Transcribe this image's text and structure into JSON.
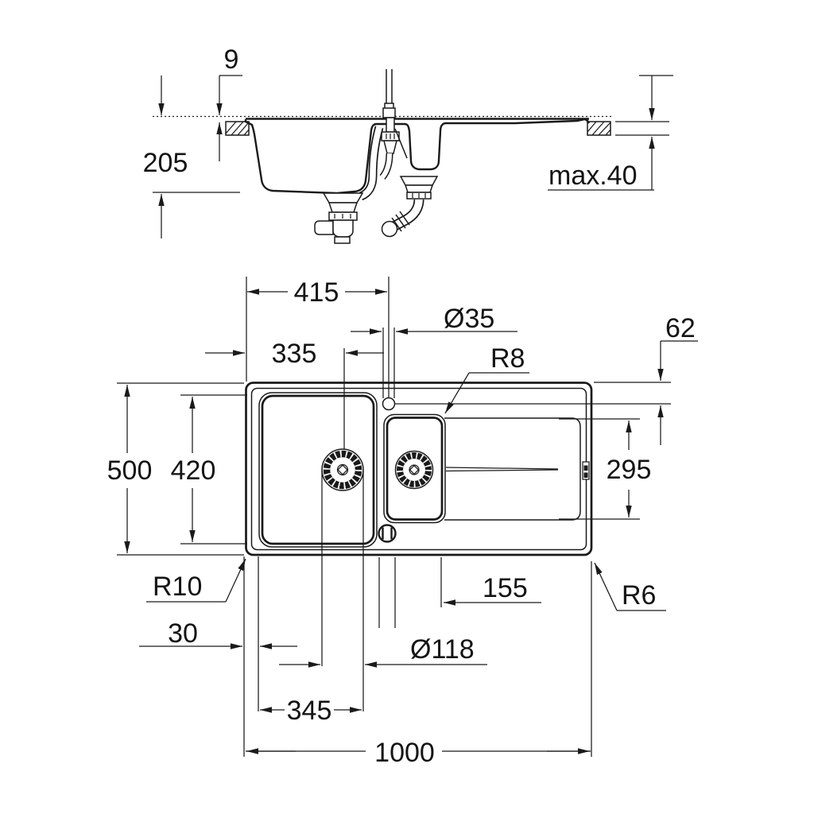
{
  "drawing": {
    "section": {
      "rim_height": "9",
      "bowl_depth": "205",
      "counter_thickness_max": "max.40"
    },
    "plan": {
      "tap_center_from_left": "415",
      "tap_hole_diameter": "Ø35",
      "drain_center_from_left": "335",
      "inner_corner_radius": "R8",
      "tap_center_from_top_edge": "62",
      "overall_width": "500",
      "bowl_cutout_length": "420",
      "drainer_recess_length": "295",
      "outer_corner_radius_left": "R10",
      "outer_corner_radius_right": "R6",
      "edge_to_bowl_offset": "30",
      "drainer_groove_offset": "155",
      "drain_flange_diameter": "Ø118",
      "bowl_width_span": "345",
      "overall_length": "1000"
    }
  }
}
